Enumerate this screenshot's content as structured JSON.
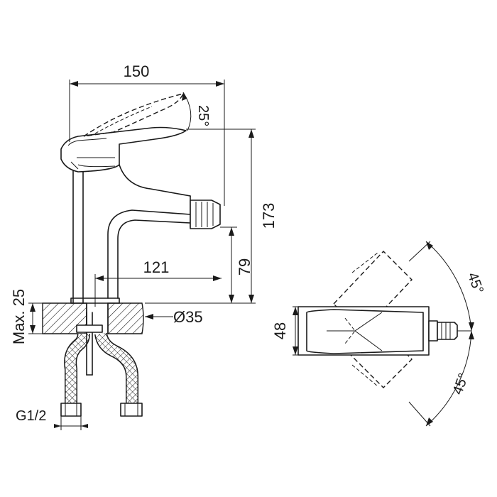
{
  "dimensions": {
    "width_total": "150",
    "lever_angle": "25°",
    "height_total": "173",
    "reach": "121",
    "spout_height": "79",
    "max_thickness": "Max. 25",
    "hole_diameter": "Ø35",
    "thread": "G1/2",
    "body_width": "48",
    "swivel_angle_top": "45°",
    "swivel_angle_bottom": "45°"
  }
}
